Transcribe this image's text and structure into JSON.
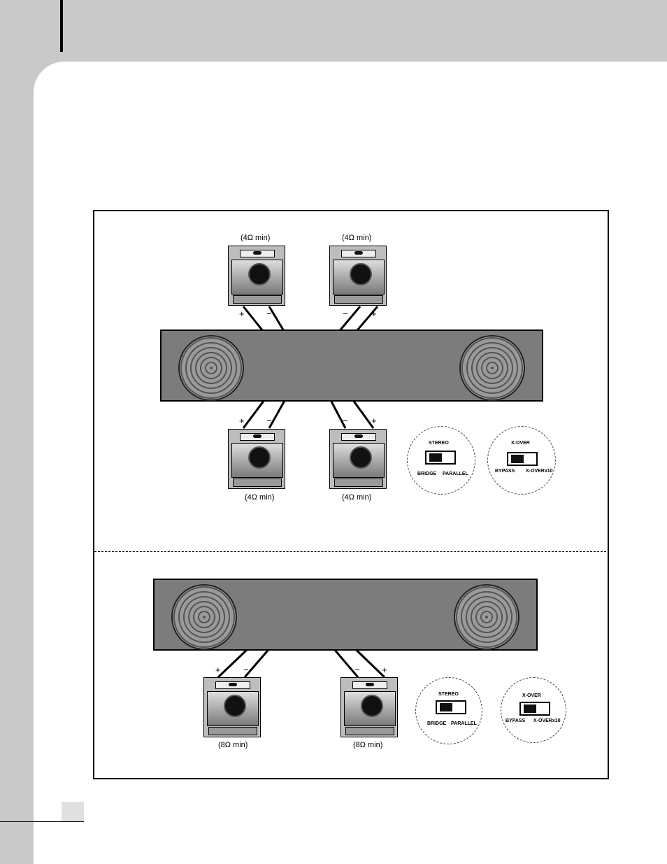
{
  "top": {
    "speaker_labels": [
      "(4Ω min)",
      "(4Ω min)",
      "(4Ω min)",
      "(4Ω min)"
    ],
    "plus": "+",
    "minus": "−",
    "stereo_switch": {
      "top": "STEREO",
      "left": "BRIDGE",
      "right": "PARALLEL"
    },
    "xover_switch": {
      "top": "X-OVER",
      "left": "BYPASS",
      "right": "X-OVERx10"
    }
  },
  "bottom": {
    "speaker_labels": [
      "(8Ω min)",
      "(8Ω min)"
    ],
    "plus": "+",
    "minus": "−",
    "stereo_switch": {
      "top": "STEREO",
      "left": "BRIDGE",
      "right": "PARALLEL"
    },
    "xover_switch": {
      "top": "X-OVER",
      "left": "BYPASS",
      "right": "X-OVERx10"
    }
  }
}
